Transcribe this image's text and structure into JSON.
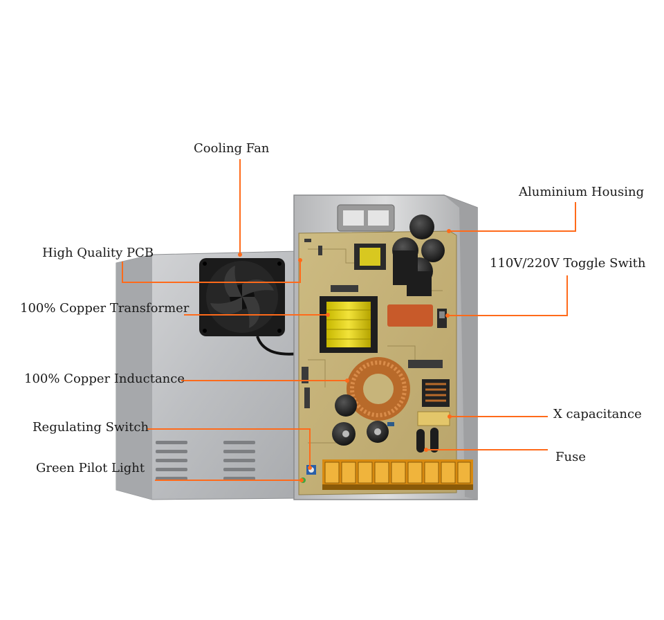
{
  "labels": {
    "cooling_fan": "Cooling Fan",
    "high_quality_pcb": "High Quality PCB",
    "copper_transformer": "100% Copper Transformer",
    "copper_inductance": "100% Copper Inductance",
    "regulating_switch": "Regulating Switch",
    "green_pilot_light": "Green Pilot Light",
    "aluminium_housing": "Aluminium Housing",
    "toggle_switch": "110V/220V Toggle Swith",
    "x_capacitance": "X capacitance",
    "fuse": "Fuse"
  },
  "colors": {
    "leader": "#ff6a1a",
    "pcb": "#c7b47a",
    "housing": "#c9cacc",
    "cover": "#bfc1c4",
    "terminal": "#e09a1a"
  },
  "icons": {
    "fan": "cooling-fan-icon",
    "transformer": "transformer-icon",
    "inductor": "toroid-inductor-icon"
  }
}
